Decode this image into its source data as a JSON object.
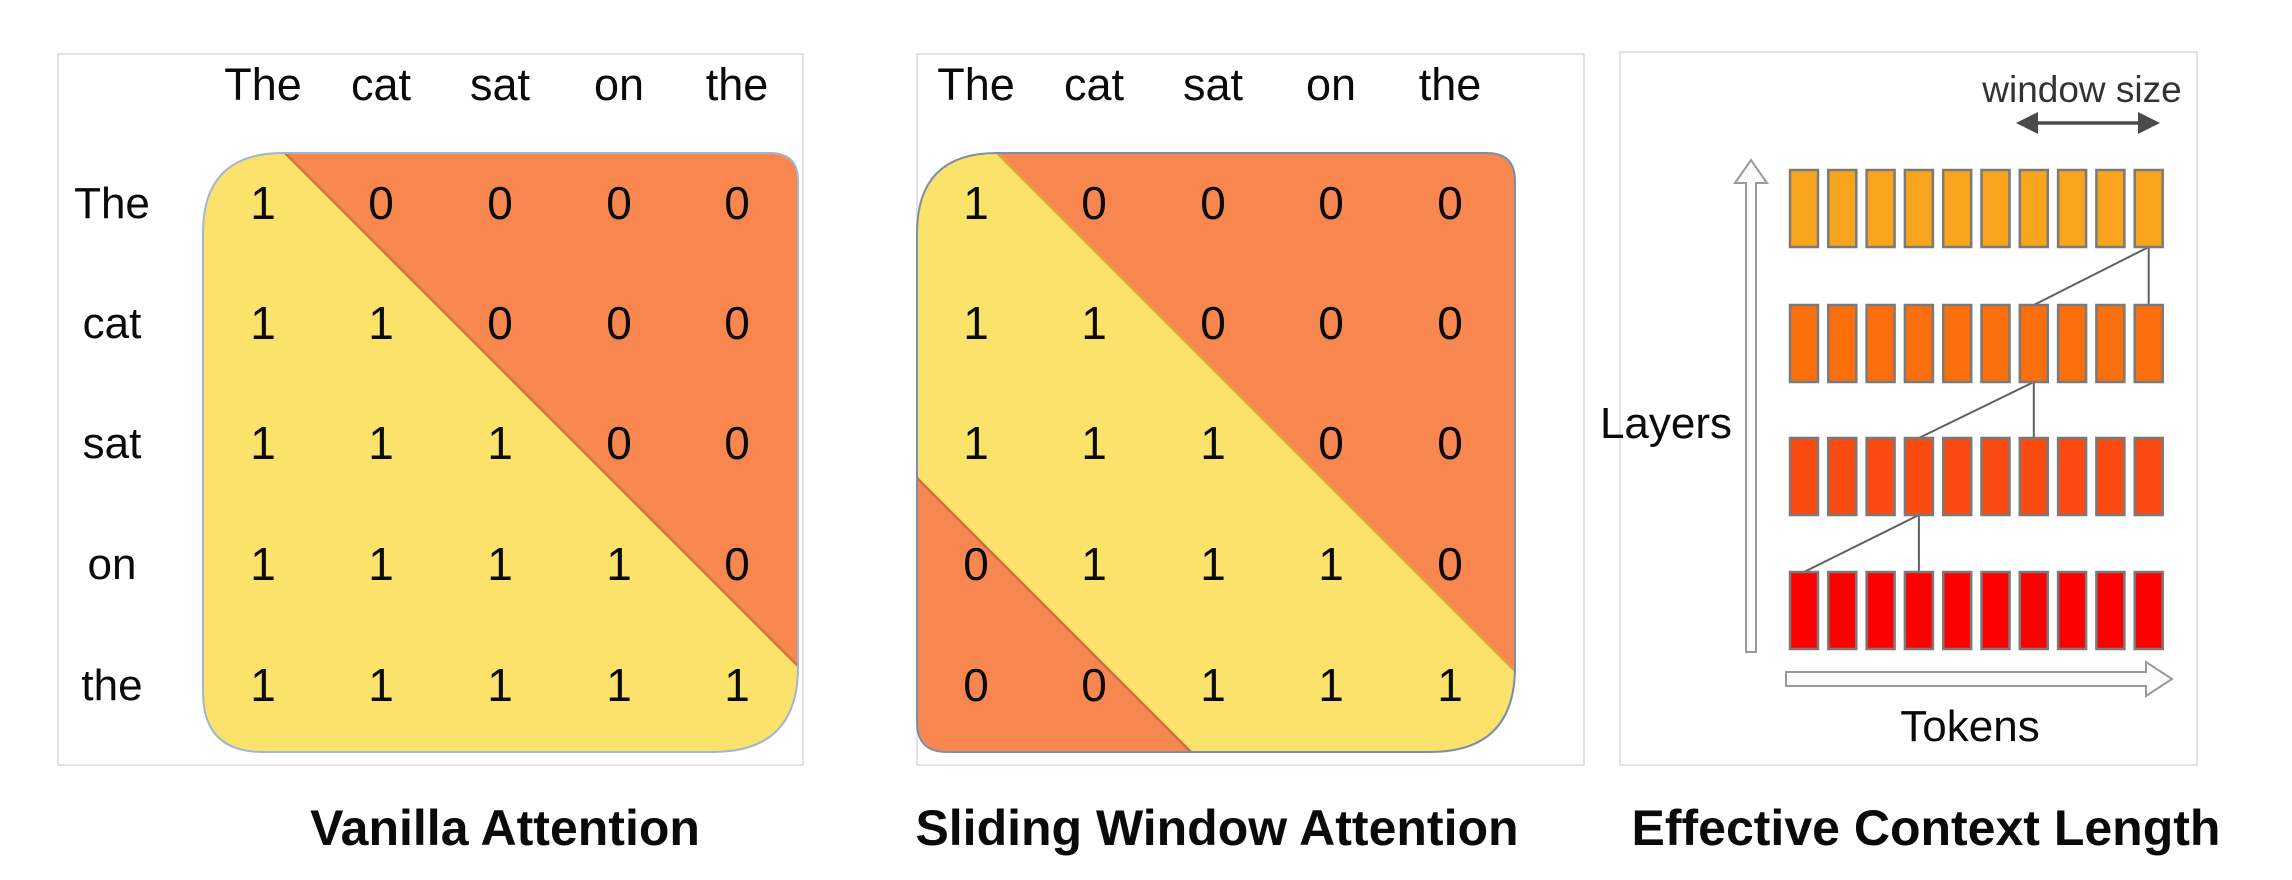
{
  "figure": {
    "panels": [
      {
        "id": "vanilla-attention",
        "caption": "Vanilla Attention",
        "col_headers": [
          "The",
          "cat",
          "sat",
          "on",
          "the"
        ],
        "row_labels": [
          "The",
          "cat",
          "sat",
          "on",
          "the"
        ],
        "matrix": [
          [
            1,
            0,
            0,
            0,
            0
          ],
          [
            1,
            1,
            0,
            0,
            0
          ],
          [
            1,
            1,
            1,
            0,
            0
          ],
          [
            1,
            1,
            1,
            1,
            0
          ],
          [
            1,
            1,
            1,
            1,
            1
          ]
        ],
        "colors": {
          "attend": "#FAE26B",
          "masked": "#F8874F"
        }
      },
      {
        "id": "sliding-window-attention",
        "caption": "Sliding Window Attention",
        "col_headers": [
          "The",
          "cat",
          "sat",
          "on",
          "the"
        ],
        "matrix": [
          [
            1,
            0,
            0,
            0,
            0
          ],
          [
            1,
            1,
            0,
            0,
            0
          ],
          [
            1,
            1,
            1,
            0,
            0
          ],
          [
            0,
            1,
            1,
            1,
            0
          ],
          [
            0,
            0,
            1,
            1,
            1
          ]
        ],
        "colors": {
          "attend": "#FAE26B",
          "masked": "#F8874F"
        }
      },
      {
        "id": "effective-context-length",
        "caption": "Effective Context Length",
        "labels": {
          "window_size": "window size",
          "layers": "Layers",
          "tokens": "Tokens"
        },
        "tokens_per_layer": 10,
        "layer_rows": [
          {
            "name": "layer-row-top",
            "color": "#F9A41D"
          },
          {
            "name": "layer-row-2",
            "color": "#FA6E0C"
          },
          {
            "name": "layer-row-3",
            "color": "#FB4B10"
          },
          {
            "name": "layer-row-bottom",
            "color": "#FD0000"
          }
        ],
        "bar_outline_color": "#7a7a7a",
        "connections": [
          {
            "from_row": 1,
            "from_token": 10,
            "to_row": 2,
            "window_tokens": [
              7,
              10
            ]
          },
          {
            "from_row": 2,
            "from_token": 7,
            "to_row": 3,
            "window_tokens": [
              4,
              7
            ]
          },
          {
            "from_row": 3,
            "from_token": 4,
            "to_row": 4,
            "window_tokens": [
              1,
              4
            ]
          }
        ]
      }
    ]
  }
}
